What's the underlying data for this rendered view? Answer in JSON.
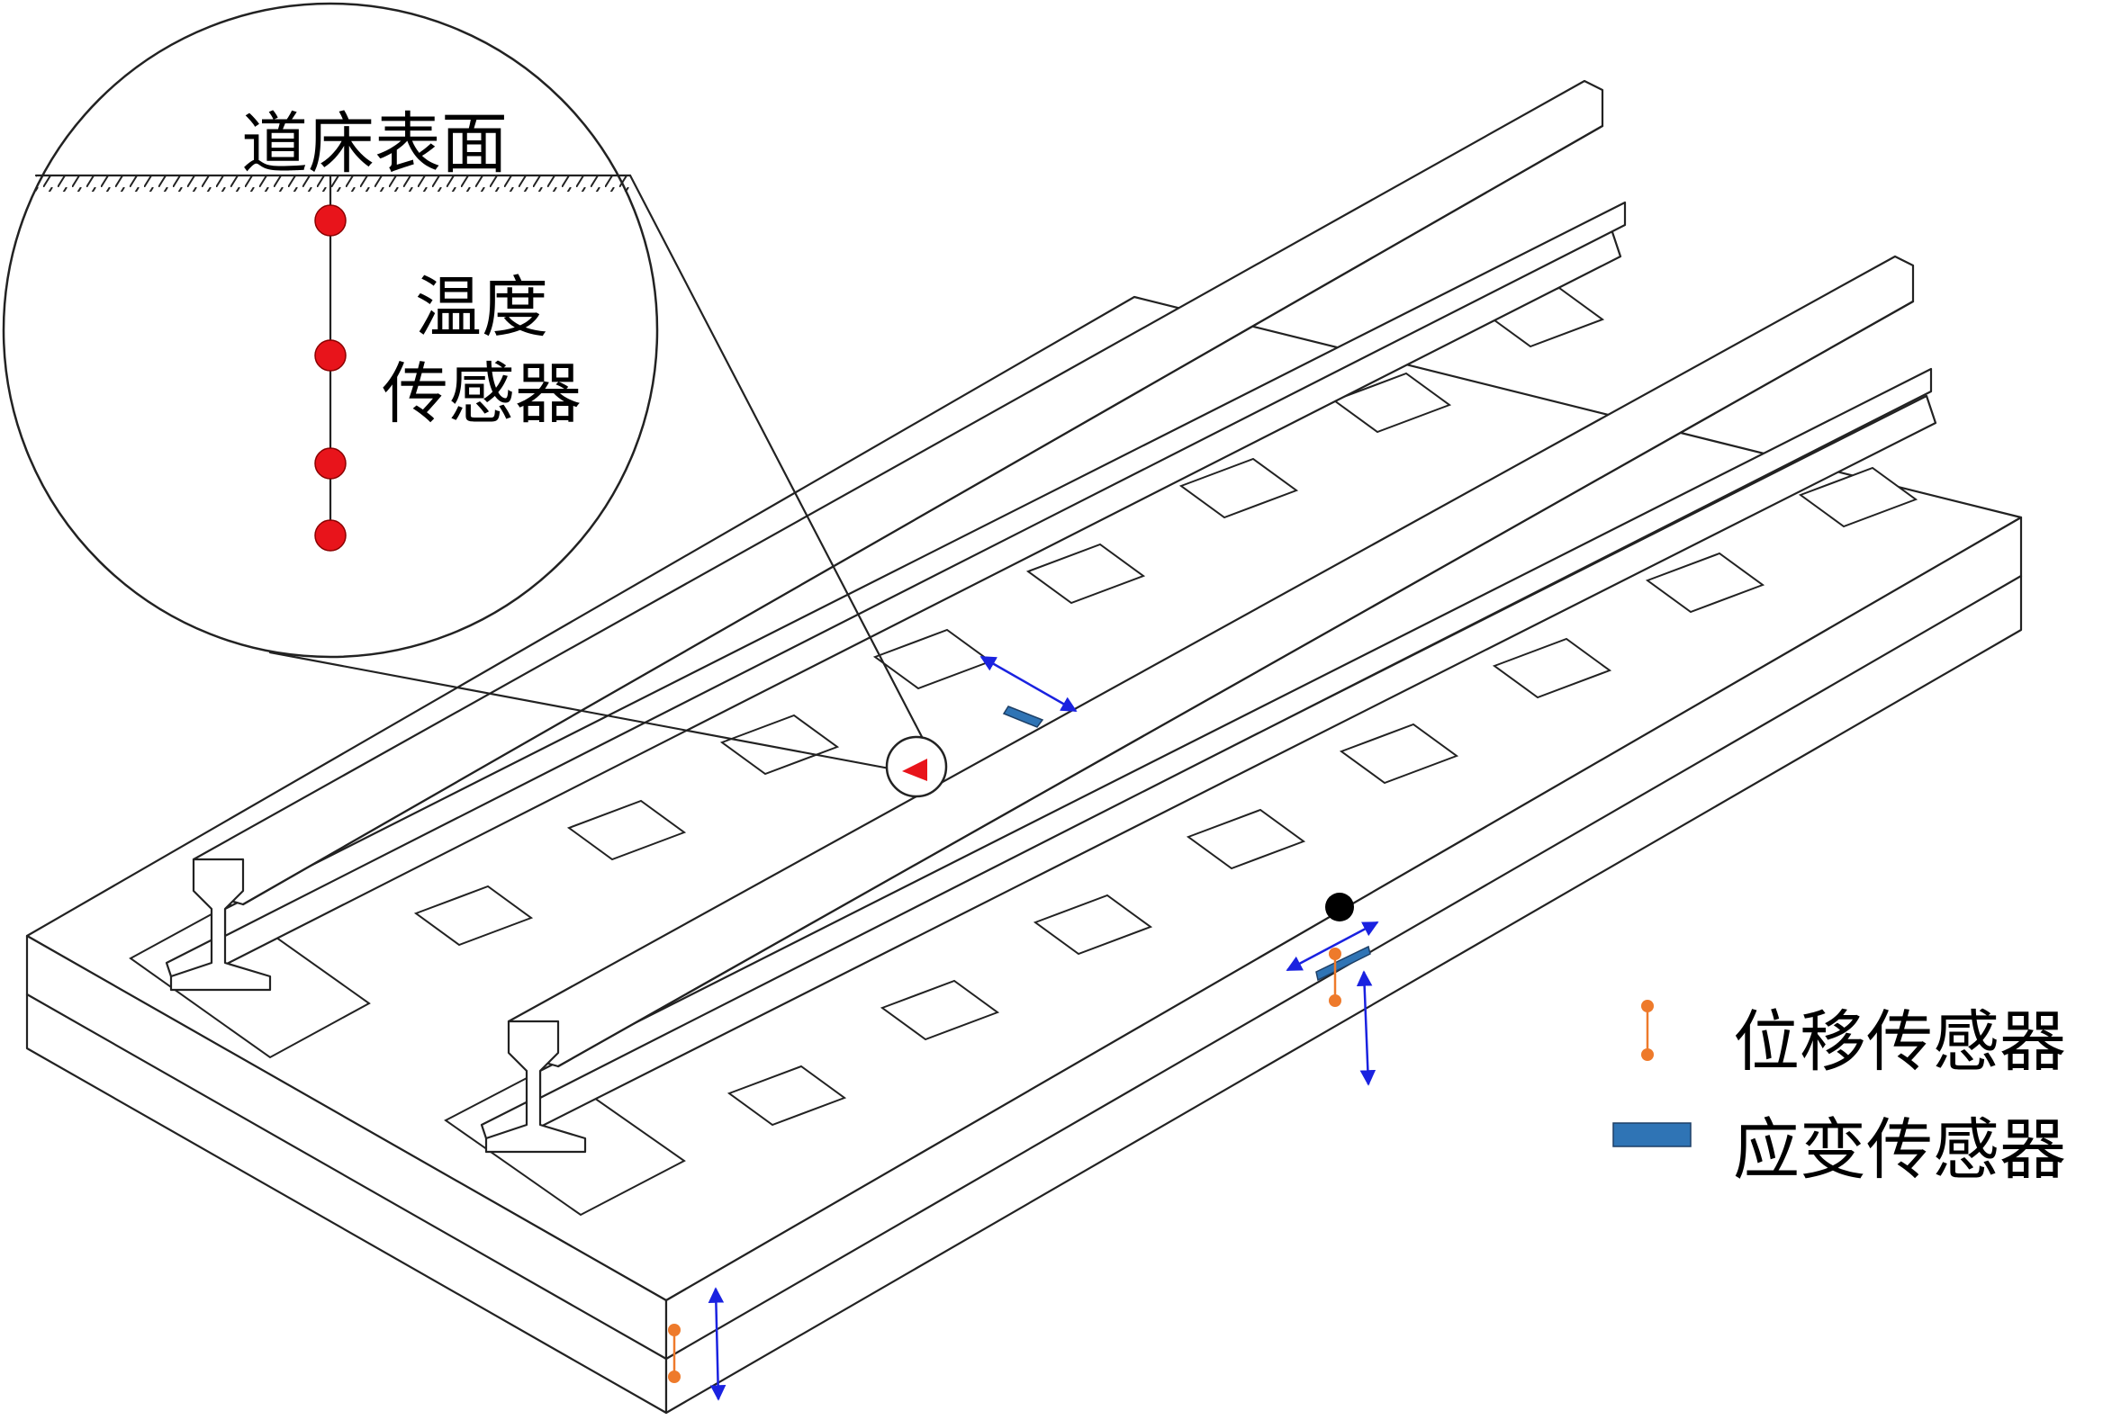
{
  "zoom": {
    "surface_label": "道床表面",
    "temp_sensor_line1": "温度",
    "temp_sensor_line2": "传感器"
  },
  "legend": {
    "displacement_label": "位移传感器",
    "strain_label": "应变传感器"
  },
  "colors": {
    "temperature_sensor": "#e8141b",
    "displacement_sensor": "#ee7a2b",
    "strain_sensor": "#2f74b5",
    "direction_arrow": "#1a22e0",
    "outline": "#222222"
  }
}
